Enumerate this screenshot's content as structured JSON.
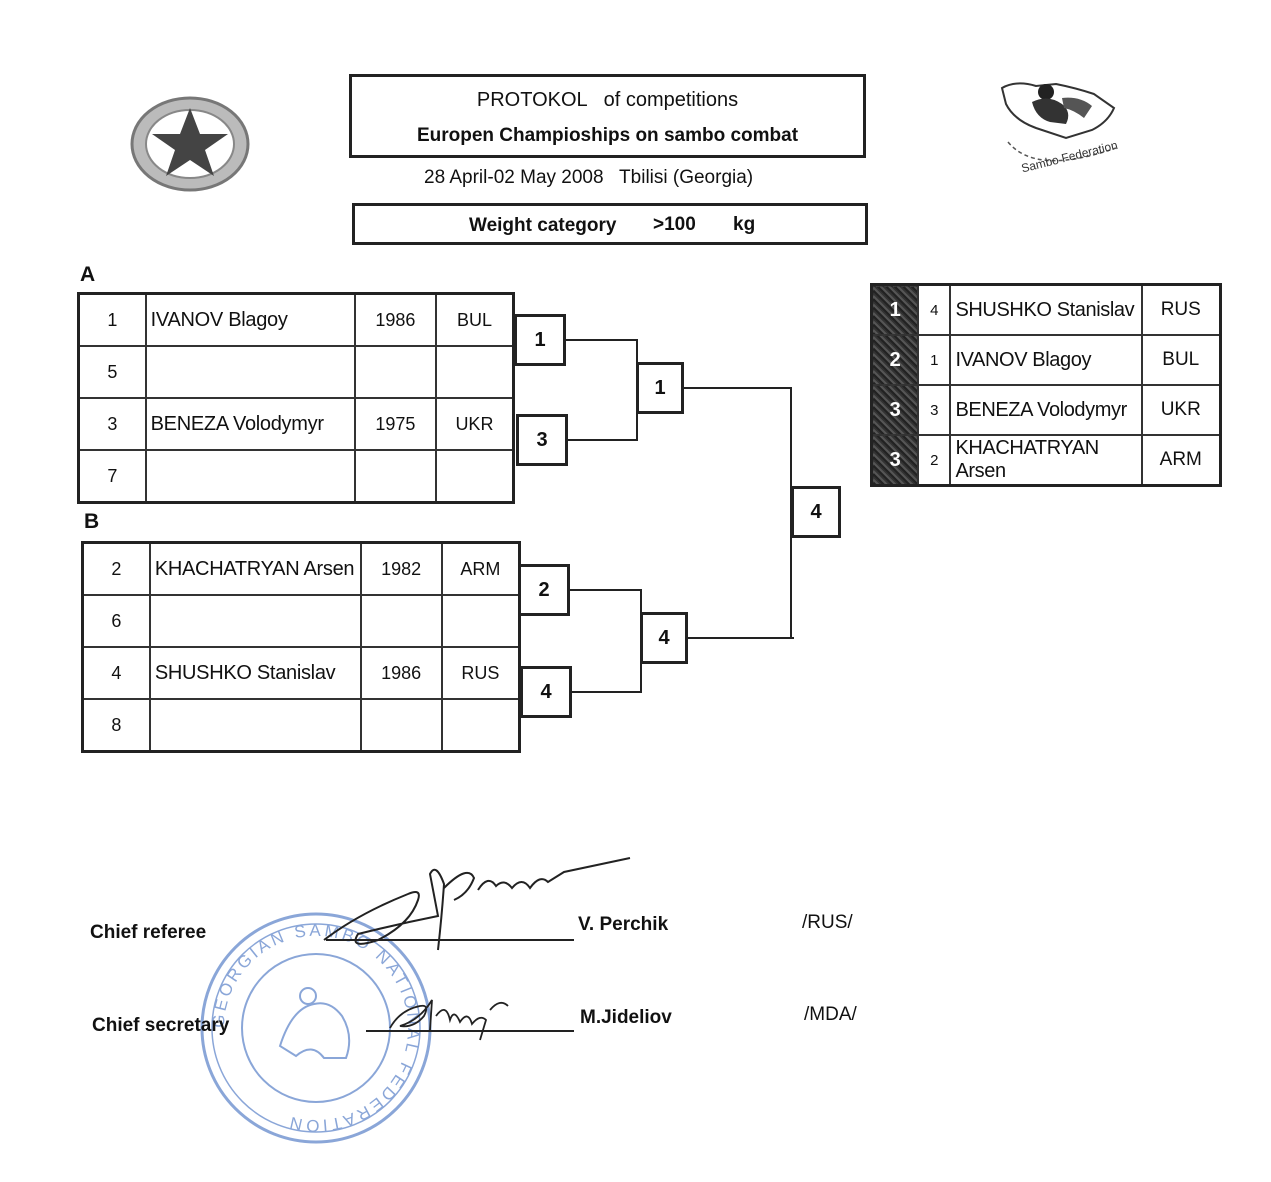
{
  "header": {
    "title": "PROTOKOL   of competitions",
    "subtitle": "Europen Champioships on sambo combat",
    "date_place": "28 April-02 May 2008   Tbilisi (Georgia)",
    "weight_category_label": "Weight category",
    "weight_value": ">100",
    "weight_unit": "kg",
    "logo_text": "Sambo Federation"
  },
  "groups": [
    {
      "letter": "A",
      "rows": [
        {
          "num": "1",
          "name": "IVANOV Blagoy",
          "year": "1986",
          "country": "BUL"
        },
        {
          "num": "5",
          "name": "",
          "year": "",
          "country": ""
        },
        {
          "num": "3",
          "name": "BENEZA Volodymyr",
          "year": "1975",
          "country": "UKR"
        },
        {
          "num": "7",
          "name": "",
          "year": "",
          "country": ""
        }
      ]
    },
    {
      "letter": "B",
      "rows": [
        {
          "num": "2",
          "name": "KHACHATRYAN Arsen",
          "year": "1982",
          "country": "ARM"
        },
        {
          "num": "6",
          "name": "",
          "year": "",
          "country": ""
        },
        {
          "num": "4",
          "name": "SHUSHKO Stanislav",
          "year": "1986",
          "country": "RUS"
        },
        {
          "num": "8",
          "name": "",
          "year": "",
          "country": ""
        }
      ]
    }
  ],
  "bracket": {
    "round1": [
      "1",
      "3",
      "2",
      "4"
    ],
    "semifinal": [
      "1",
      "4"
    ],
    "final": "4"
  },
  "results": [
    {
      "place": "1",
      "num": "4",
      "name": "SHUSHKO Stanislav",
      "country": "RUS"
    },
    {
      "place": "2",
      "num": "1",
      "name": "IVANOV Blagoy",
      "country": "BUL"
    },
    {
      "place": "3",
      "num": "3",
      "name": "BENEZA Volodymyr",
      "country": "UKR"
    },
    {
      "place": "3",
      "num": "2",
      "name": "KHACHATRYAN Arsen",
      "country": "ARM"
    }
  ],
  "signatures": {
    "referee_label": "Chief referee",
    "referee_name": "V. Perchik",
    "referee_country": "/RUS/",
    "secretary_label": "Chief secretary",
    "secretary_name": "M.Jideliov",
    "secretary_country": "/MDA/",
    "stamp_text": "GEORGIAN SAMBO NATIONAL FEDERATION"
  },
  "colors": {
    "ink": "#222222",
    "stamp": "#8aa6d8"
  }
}
